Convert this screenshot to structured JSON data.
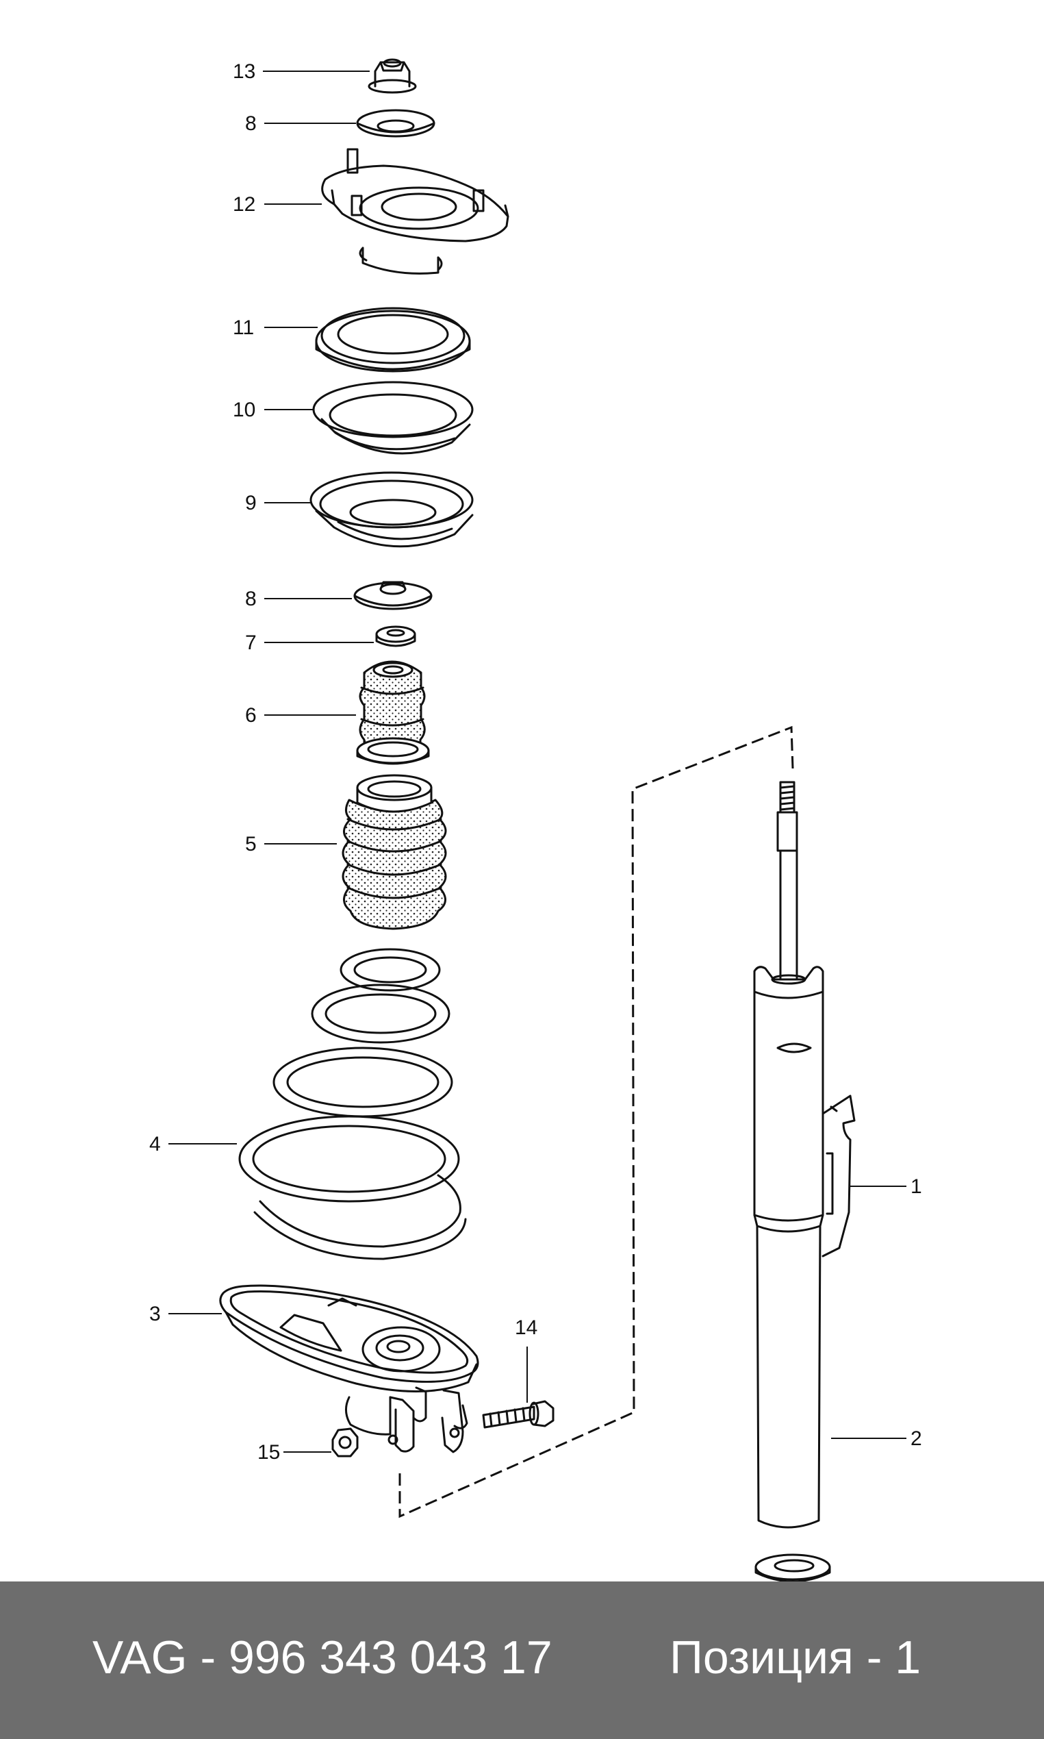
{
  "diagram": {
    "callouts": [
      {
        "id": "13",
        "text": "13"
      },
      {
        "id": "8a",
        "text": "8"
      },
      {
        "id": "12",
        "text": "12"
      },
      {
        "id": "11",
        "text": "11"
      },
      {
        "id": "10",
        "text": "10"
      },
      {
        "id": "9",
        "text": "9"
      },
      {
        "id": "8b",
        "text": "8"
      },
      {
        "id": "7",
        "text": "7"
      },
      {
        "id": "6",
        "text": "6"
      },
      {
        "id": "5",
        "text": "5"
      },
      {
        "id": "4",
        "text": "4"
      },
      {
        "id": "3",
        "text": "3"
      },
      {
        "id": "14",
        "text": "14"
      },
      {
        "id": "15",
        "text": "15"
      },
      {
        "id": "1",
        "text": "1"
      },
      {
        "id": "2",
        "text": "2"
      }
    ]
  },
  "footer": {
    "part_number": "VAG - 996 343 043 17",
    "position": "Позиция - 1"
  },
  "colors": {
    "footer_background": "#6d6d6d",
    "footer_text": "#ffffff",
    "line_art": "#111111"
  }
}
